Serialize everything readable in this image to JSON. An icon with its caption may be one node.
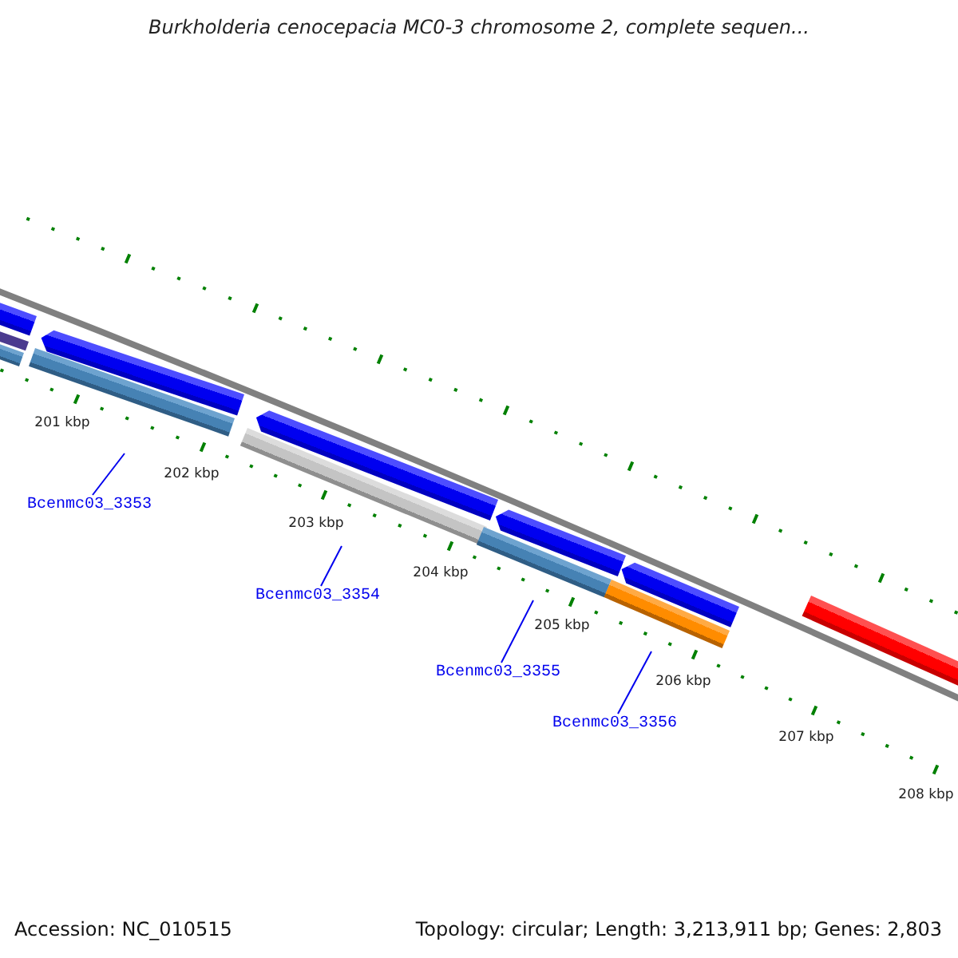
{
  "diagram": {
    "title": "Burkholderia cenocepacia MC0-3 chromosome 2, complete sequen...",
    "nodes": [
      {
        "text": [
          "Bcenmc03_3353"
        ]
      },
      {
        "text": [
          "Bcenmc03_3354"
        ]
      },
      {
        "text": [
          "Bcenmc03_3355"
        ]
      },
      {
        "text": [
          "Bcenmc03_3356"
        ]
      }
    ],
    "edges": [
      {
        "from": 0,
        "to": null,
        "arrow": "none"
      },
      {
        "from": 1,
        "to": null,
        "arrow": "none"
      },
      {
        "from": 2,
        "to": null,
        "arrow": "none"
      },
      {
        "from": 3,
        "to": null,
        "arrow": "none"
      }
    ],
    "labels": [
      "201 kbp",
      "202 kbp",
      "203 kbp",
      "204 kbp",
      "205 kbp",
      "206 kbp",
      "207 kbp",
      "208 kbp",
      "Accession: NC_010515",
      "Topology: circular; Length: 3,213,911 bp; Genes: 2,803"
    ]
  }
}
